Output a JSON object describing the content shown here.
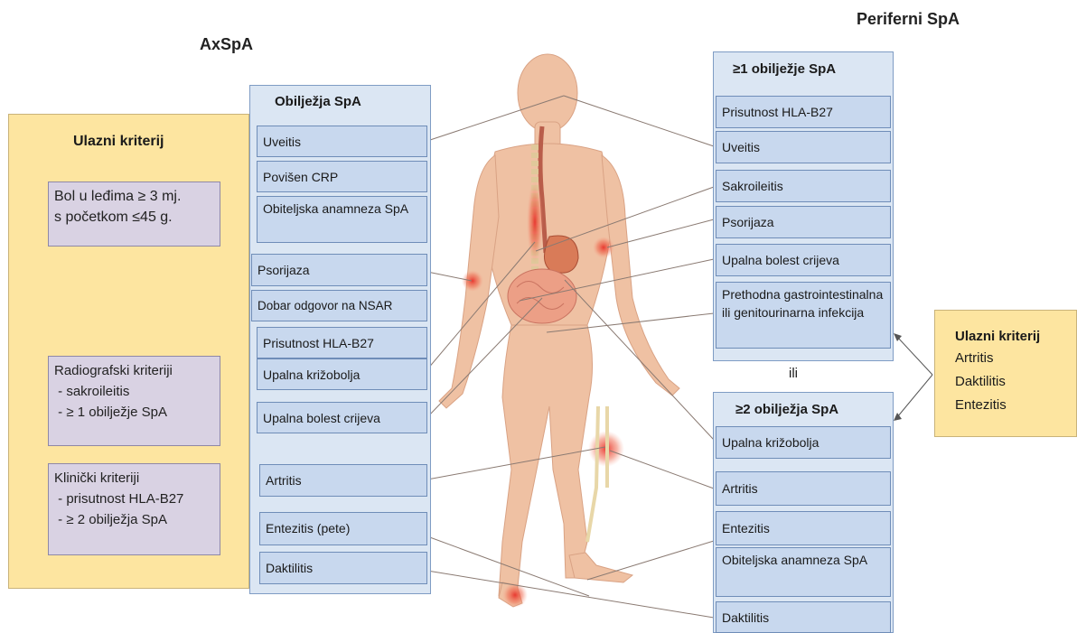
{
  "titles": {
    "axspa": "AxSpA",
    "periferni": "Periferni SpA"
  },
  "left_entry": {
    "title": "Ulazni kriterij",
    "back_pain": [
      "Bol u leđima ≥ 3 mj.",
      "s početkom  ≤45 g."
    ],
    "radiographic": [
      "Radiografski kriteriji",
      " - sakroileitis",
      " - ≥ 1 obilježje SpA"
    ],
    "clinical": [
      "Klinički kriteriji",
      " - prisutnost HLA-B27",
      " - ≥ 2 obilježja SpA"
    ]
  },
  "axial_features": {
    "title": "Obilježja SpA",
    "items": [
      "Uveitis",
      "Povišen CRP",
      "Obiteljska anamneza SpA",
      "Psorijaza",
      "Dobar odgovor na NSAR",
      "Prisutnost HLA-B27",
      "Upalna križobolja",
      "Upalna bolest crijeva",
      "Artritis",
      "Entezitis (pete)",
      "Daktilitis"
    ]
  },
  "peripheral_one": {
    "title": "≥1 obilježje SpA",
    "items": [
      "Prisutnost HLA-B27",
      "Uveitis",
      "Sakroileitis",
      "Psorijaza",
      "Upalna bolest crijeva",
      "Prethodna gastrointestinalna ili genitourinarna infekcija"
    ]
  },
  "or_label": "ili",
  "peripheral_two": {
    "title": "≥2 obilježja SpA",
    "items": [
      "Upalna križobolja",
      "Artritis",
      "Entezitis",
      "Obiteljska anamneza SpA",
      "Daktilitis"
    ]
  },
  "right_entry": {
    "title": "Ulazni kriterij",
    "items": [
      "Artritis",
      "Daktilitis",
      "Entezitis"
    ]
  },
  "colors": {
    "yellow": "#fde5a0",
    "purple": "#d9d2e3",
    "blue_panel": "#dbe6f3",
    "blue_item": "#c8d8ee",
    "skin": "#efc1a3",
    "inflammation": "#e8322a"
  }
}
